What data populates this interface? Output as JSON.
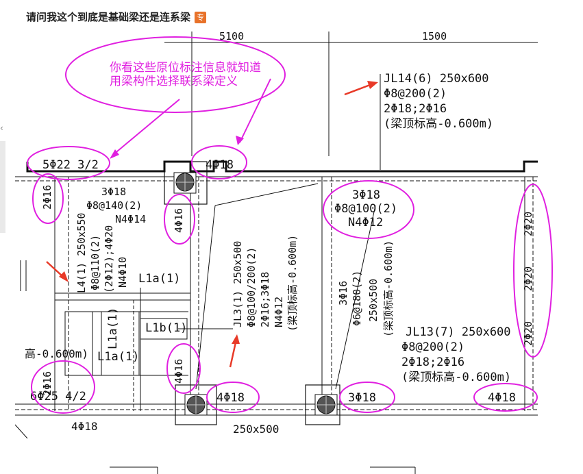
{
  "question": {
    "title": "请问我这个到底是基础梁还是连系梁",
    "badge": "专"
  },
  "annotation": {
    "line1": "你看这些原位标注信息就知道",
    "line2": "用梁构件选择联系梁定义"
  },
  "dimensions": {
    "top_left": "5100",
    "top_right": "1500",
    "bottom_middle": "250x500"
  },
  "beams": {
    "jl14": {
      "line1": "JL14(6) 250x600",
      "line2": "Φ8@200(2)",
      "line3": "2Φ18;2Φ16",
      "line4": "(梁顶标高-0.600m)"
    },
    "jl13": {
      "line1": "JL13(7) 250x600",
      "line2": "Φ8@200(2)",
      "line3": "2Φ18;2Φ16",
      "line4": "(梁顶标高-0.600m)"
    },
    "jl3": {
      "line1": "JL3(1) 250x500",
      "line2": "Φ8@100/200(2)",
      "line3": "2Φ16;3Φ18",
      "line4": "N4Φ12",
      "line5": "(梁顶标高-0.600m)"
    },
    "l4": {
      "line1": "L4(1) 250x550",
      "line2": "Φ8@110(2)",
      "line3": "(2Φ12);4Φ20",
      "line4": "N4Φ10"
    },
    "center_top": {
      "line1": "3Φ18",
      "line2": "Φ8@100(2)",
      "line3": "N4Φ12"
    },
    "left_top": {
      "line1": "3Φ18",
      "line2": "Φ8@140(2)",
      "line3": "N4Φ14"
    },
    "right_vertical": {
      "line1": "3Φ16",
      "line2": "Φ6@180(2)",
      "line3": "250x500",
      "line4": "(梁顶标高-0.600m)"
    },
    "l1a_1": "L1a(1)",
    "l1a_2": "L1a(1)",
    "l1a_3": "L1a(1)",
    "l1b_1": "L1b(1)",
    "left_partial": "高-0.600m)"
  },
  "rebar_labels": {
    "top_left": "5Φ22 3/2",
    "top_center": "4Φ18",
    "left_vertical_top": "2Φ16",
    "col_vertical_top": "4Φ16",
    "col_vertical_bottom": "4Φ16",
    "left_vertical_bottom": "2Φ16",
    "bottom_left": "6Φ25 4/2",
    "bottom_center": "4Φ18",
    "bottom_center2": "3Φ18",
    "bottom_right": "4Φ18",
    "bottom_far_left": "4Φ18",
    "right_v1": "2Φ20",
    "right_v2": "2Φ20",
    "right_v3": "2Φ20"
  },
  "colors": {
    "markup": "#e020e0",
    "arrow": "#e83a28",
    "badge": "#e8722a"
  }
}
